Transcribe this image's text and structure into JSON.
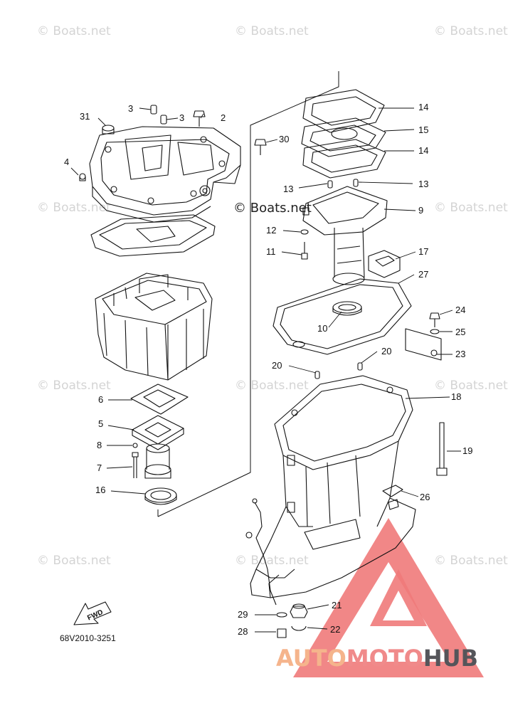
{
  "watermark": "© Boats.net",
  "center_watermark": "© Boats.net",
  "diagram_code": "68V2010-3251",
  "fwd_label": "FWD",
  "brand": {
    "part1": "AUTO",
    "part2": "MOTO",
    "part3": "HUB",
    "color1": "#f5b48c",
    "color2": "#f08a8a",
    "color3": "#55555a"
  },
  "callouts": [
    {
      "id": "c-3a",
      "text": "3"
    },
    {
      "id": "c-3b",
      "text": "3"
    },
    {
      "id": "c-2",
      "text": "2"
    },
    {
      "id": "c-31",
      "text": "31"
    },
    {
      "id": "c-4",
      "text": "4"
    },
    {
      "id": "c-30",
      "text": "30"
    },
    {
      "id": "c-14a",
      "text": "14"
    },
    {
      "id": "c-15",
      "text": "15"
    },
    {
      "id": "c-14b",
      "text": "14"
    },
    {
      "id": "c-13a",
      "text": "13"
    },
    {
      "id": "c-13b",
      "text": "13"
    },
    {
      "id": "c-9",
      "text": "9"
    },
    {
      "id": "c-12",
      "text": "12"
    },
    {
      "id": "c-11",
      "text": "11"
    },
    {
      "id": "c-17",
      "text": "17"
    },
    {
      "id": "c-27",
      "text": "27"
    },
    {
      "id": "c-24",
      "text": "24"
    },
    {
      "id": "c-10",
      "text": "10"
    },
    {
      "id": "c-25",
      "text": "25"
    },
    {
      "id": "c-23",
      "text": "23"
    },
    {
      "id": "c-20a",
      "text": "20"
    },
    {
      "id": "c-20b",
      "text": "20"
    },
    {
      "id": "c-6",
      "text": "6"
    },
    {
      "id": "c-18",
      "text": "18"
    },
    {
      "id": "c-5",
      "text": "5"
    },
    {
      "id": "c-8",
      "text": "8"
    },
    {
      "id": "c-19",
      "text": "19"
    },
    {
      "id": "c-7",
      "text": "7"
    },
    {
      "id": "c-16",
      "text": "16"
    },
    {
      "id": "c-26",
      "text": "26"
    },
    {
      "id": "c-21",
      "text": "21"
    },
    {
      "id": "c-29",
      "text": "29"
    },
    {
      "id": "c-22",
      "text": "22"
    },
    {
      "id": "c-28",
      "text": "28"
    }
  ]
}
